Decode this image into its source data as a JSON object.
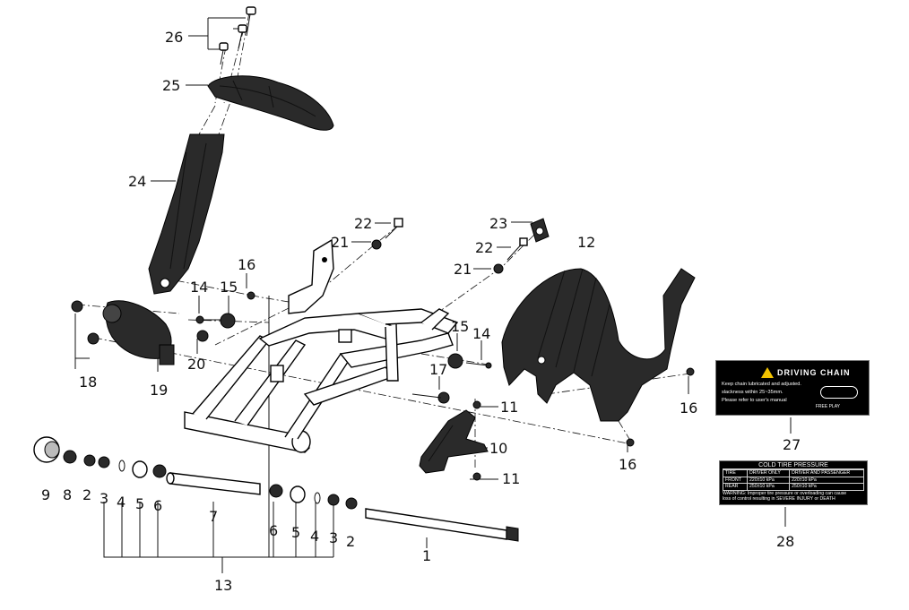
{
  "callouts": [
    {
      "id": "1",
      "text": "1"
    },
    {
      "id": "2a",
      "text": "2"
    },
    {
      "id": "2b",
      "text": "2"
    },
    {
      "id": "3a",
      "text": "3"
    },
    {
      "id": "3b",
      "text": "3"
    },
    {
      "id": "4a",
      "text": "4"
    },
    {
      "id": "4b",
      "text": "4"
    },
    {
      "id": "5a",
      "text": "5"
    },
    {
      "id": "5b",
      "text": "5"
    },
    {
      "id": "6a",
      "text": "6"
    },
    {
      "id": "6b",
      "text": "6"
    },
    {
      "id": "7",
      "text": "7"
    },
    {
      "id": "8",
      "text": "8"
    },
    {
      "id": "9",
      "text": "9"
    },
    {
      "id": "10",
      "text": "10"
    },
    {
      "id": "11a",
      "text": "11"
    },
    {
      "id": "11b",
      "text": "11"
    },
    {
      "id": "12",
      "text": "12"
    },
    {
      "id": "13",
      "text": "13"
    },
    {
      "id": "14a",
      "text": "14"
    },
    {
      "id": "14b",
      "text": "14"
    },
    {
      "id": "15a",
      "text": "15"
    },
    {
      "id": "15b",
      "text": "15"
    },
    {
      "id": "16a",
      "text": "16"
    },
    {
      "id": "16b",
      "text": "16"
    },
    {
      "id": "16c",
      "text": "16"
    },
    {
      "id": "17",
      "text": "17"
    },
    {
      "id": "18",
      "text": "18"
    },
    {
      "id": "19",
      "text": "19"
    },
    {
      "id": "20",
      "text": "20"
    },
    {
      "id": "21a",
      "text": "21"
    },
    {
      "id": "21b",
      "text": "21"
    },
    {
      "id": "22a",
      "text": "22"
    },
    {
      "id": "22b",
      "text": "22"
    },
    {
      "id": "23",
      "text": "23"
    },
    {
      "id": "24",
      "text": "24"
    },
    {
      "id": "25",
      "text": "25"
    },
    {
      "id": "26",
      "text": "26"
    },
    {
      "id": "27",
      "text": "27"
    },
    {
      "id": "28",
      "text": "28"
    }
  ],
  "decal_chain": {
    "title": "DRIVING CHAIN",
    "line1": "Keep chain lubricated and adjusted.",
    "line2": "slackness within 25~35mm.",
    "line3": "Please refer to user's manual",
    "free_play": "FREE PLAY"
  },
  "decal_tire": {
    "title": "COLD TIRE PRESSURE",
    "headers": [
      "TIRE",
      "DRIVER ONLY",
      "DRIVER AND PASSENGER"
    ],
    "rows": [
      [
        "FRONT",
        "220±10 kPa",
        "220±10 kPa"
      ],
      [
        "REAR",
        "250±10 kPa",
        "250±10 kPa"
      ]
    ],
    "warning1": "WARNING: Improper tire pressure or overloading can cause",
    "warning2": "loss of control resulting in SEVERE INJURY or DEATH"
  }
}
